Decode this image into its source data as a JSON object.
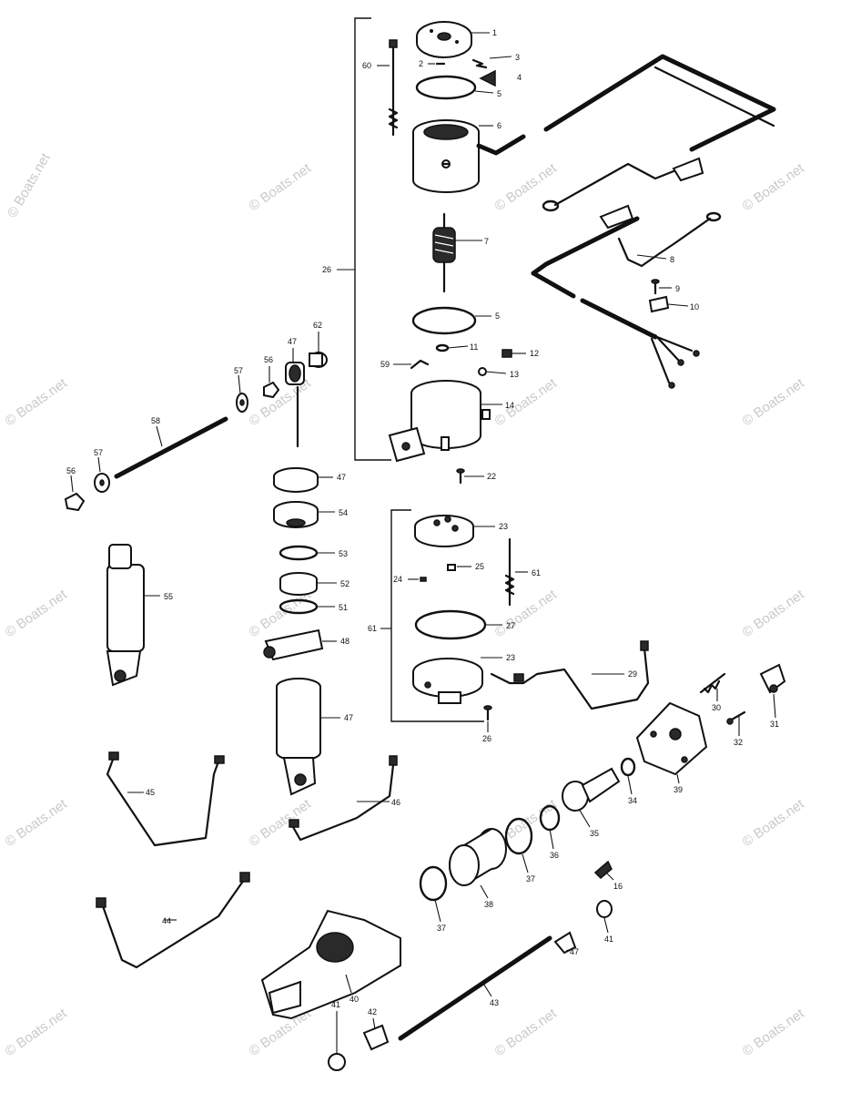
{
  "watermark": {
    "text": "© Boats.net"
  },
  "callouts": [
    {
      "id": "c-1",
      "text": "1"
    },
    {
      "id": "c-2",
      "text": "2"
    },
    {
      "id": "c-3",
      "text": "3"
    },
    {
      "id": "c-4",
      "text": "4"
    },
    {
      "id": "c-5a",
      "text": "5"
    },
    {
      "id": "c-6",
      "text": "6"
    },
    {
      "id": "c-60",
      "text": "60"
    },
    {
      "id": "c-7",
      "text": "7"
    },
    {
      "id": "c-8",
      "text": "8"
    },
    {
      "id": "c-9",
      "text": "9"
    },
    {
      "id": "c-10",
      "text": "10"
    },
    {
      "id": "c-26",
      "text": "26"
    },
    {
      "id": "c-5b",
      "text": "5"
    },
    {
      "id": "c-11",
      "text": "11"
    },
    {
      "id": "c-12",
      "text": "12"
    },
    {
      "id": "c-13",
      "text": "13"
    },
    {
      "id": "c-59",
      "text": "59"
    },
    {
      "id": "c-14",
      "text": "14"
    },
    {
      "id": "c-62",
      "text": "62"
    },
    {
      "id": "c-47a",
      "text": "47"
    },
    {
      "id": "c-56a",
      "text": "56"
    },
    {
      "id": "c-57a",
      "text": "57"
    },
    {
      "id": "c-58",
      "text": "58"
    },
    {
      "id": "c-57b",
      "text": "57"
    },
    {
      "id": "c-56b",
      "text": "56"
    },
    {
      "id": "c-22",
      "text": "22"
    },
    {
      "id": "c-47b",
      "text": "47"
    },
    {
      "id": "c-54",
      "text": "54"
    },
    {
      "id": "c-23a",
      "text": "23"
    },
    {
      "id": "c-53",
      "text": "53"
    },
    {
      "id": "c-25",
      "text": "25"
    },
    {
      "id": "c-24",
      "text": "24"
    },
    {
      "id": "c-61a",
      "text": "61"
    },
    {
      "id": "c-52",
      "text": "52"
    },
    {
      "id": "c-51",
      "text": "51"
    },
    {
      "id": "c-55",
      "text": "55"
    },
    {
      "id": "c-61b",
      "text": "61"
    },
    {
      "id": "c-27",
      "text": "27"
    },
    {
      "id": "c-48",
      "text": "48"
    },
    {
      "id": "c-23b",
      "text": "23"
    },
    {
      "id": "c-29",
      "text": "29"
    },
    {
      "id": "c-47c",
      "text": "47"
    },
    {
      "id": "c-30",
      "text": "30"
    },
    {
      "id": "c-31",
      "text": "31"
    },
    {
      "id": "c-32",
      "text": "32"
    },
    {
      "id": "c-26b",
      "text": "26"
    },
    {
      "id": "c-39",
      "text": "39"
    },
    {
      "id": "c-34",
      "text": "34"
    },
    {
      "id": "c-45",
      "text": "45"
    },
    {
      "id": "c-46",
      "text": "46"
    },
    {
      "id": "c-35",
      "text": "35"
    },
    {
      "id": "c-36",
      "text": "36"
    },
    {
      "id": "c-37a",
      "text": "37"
    },
    {
      "id": "c-16",
      "text": "16"
    },
    {
      "id": "c-38",
      "text": "38"
    },
    {
      "id": "c-44",
      "text": "44"
    },
    {
      "id": "c-37b",
      "text": "37"
    },
    {
      "id": "c-41a",
      "text": "41"
    },
    {
      "id": "c-47d",
      "text": "47"
    },
    {
      "id": "c-40",
      "text": "40"
    },
    {
      "id": "c-43",
      "text": "43"
    },
    {
      "id": "c-42",
      "text": "42"
    },
    {
      "id": "c-41b",
      "text": "41"
    }
  ]
}
